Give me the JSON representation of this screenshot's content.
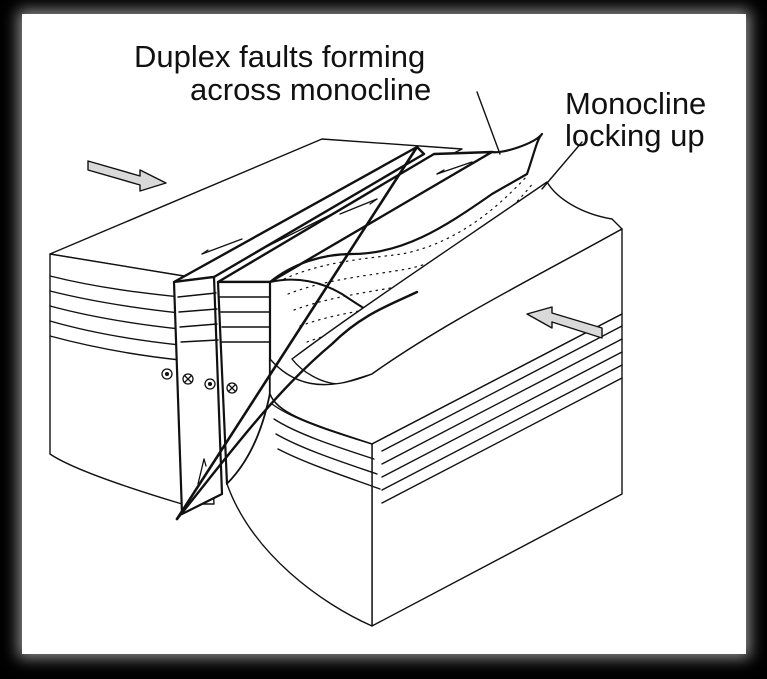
{
  "labels": {
    "duplex_line1": "Duplex faults forming",
    "duplex_line2": "across monocline",
    "monocline_line1": "Monocline",
    "monocline_line2": "locking up"
  },
  "colors": {
    "background": "#000000",
    "panel": "#ffffff",
    "ink": "#111111",
    "arrow_fill": "#d9d9d9"
  }
}
